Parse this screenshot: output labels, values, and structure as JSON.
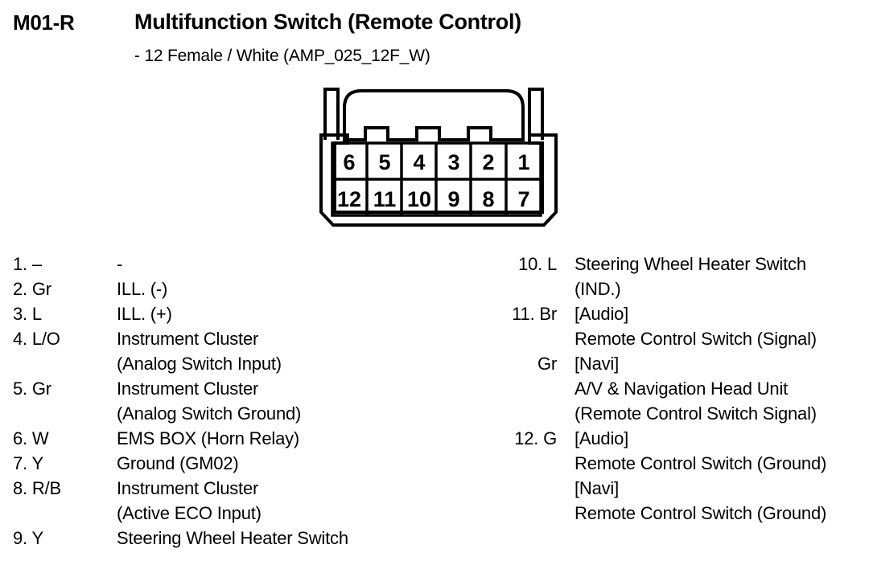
{
  "header": {
    "connector_code": "M01-R",
    "title": "Multifunction Switch (Remote Control)",
    "subtitle": "- 12 Female / White (AMP_025_12F_W)"
  },
  "connector": {
    "type": "12-pin female connector face view",
    "rows": [
      {
        "cells": [
          "6",
          "5",
          "4",
          "3",
          "2",
          "1"
        ]
      },
      {
        "cells": [
          "12",
          "11",
          "10",
          "9",
          "8",
          "7"
        ]
      }
    ],
    "latch_notch_count": 3,
    "outline_color": "#000000"
  },
  "pinout": {
    "left_column": [
      {
        "label": "1. –",
        "lines": [
          "-"
        ]
      },
      {
        "label": "2. Gr",
        "lines": [
          "ILL. (-)"
        ]
      },
      {
        "label": "3. L",
        "lines": [
          "ILL. (+)"
        ]
      },
      {
        "label": "4. L/O",
        "lines": [
          "Instrument Cluster",
          "(Analog Switch Input)"
        ]
      },
      {
        "label": "5. Gr",
        "lines": [
          "Instrument Cluster",
          "(Analog Switch Ground)"
        ]
      },
      {
        "label": "6. W",
        "lines": [
          "EMS BOX (Horn Relay)"
        ]
      },
      {
        "label": "7. Y",
        "lines": [
          "Ground (GM02)"
        ]
      },
      {
        "label": "8. R/B",
        "lines": [
          "Instrument Cluster",
          "(Active ECO Input)"
        ]
      },
      {
        "label": "9. Y",
        "lines": [
          "Steering Wheel Heater Switch"
        ]
      }
    ],
    "right_column": [
      {
        "label": "10. L",
        "lines": [
          "Steering Wheel Heater Switch",
          "(IND.)"
        ]
      },
      {
        "label": "11. Br",
        "lines": [
          "[Audio]",
          "Remote Control Switch (Signal)"
        ]
      },
      {
        "label": "Gr",
        "lines": [
          "[Navi]",
          "A/V & Navigation Head Unit",
          "(Remote Control Switch Signal)"
        ]
      },
      {
        "label": "12. G",
        "lines": [
          "[Audio]",
          "Remote Control Switch (Ground)",
          "[Navi]",
          "Remote Control Switch (Ground)"
        ]
      }
    ]
  }
}
